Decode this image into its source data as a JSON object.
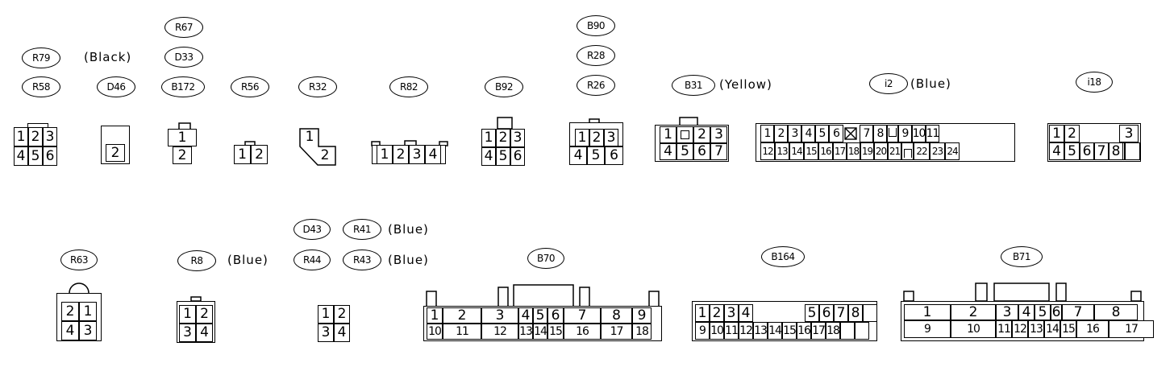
{
  "ids": {
    "R79": "R79",
    "R58": "R58",
    "D46": "D46",
    "R67": "R67",
    "D33": "D33",
    "B172": "B172",
    "R56": "R56",
    "R32": "R32",
    "R82": "R82",
    "B92": "B92",
    "B90": "B90",
    "R28": "R28",
    "R26": "R26",
    "B31": "B31",
    "i2": "i2",
    "i18": "i18",
    "R63": "R63",
    "R8": "R8",
    "D43": "D43",
    "R44": "R44",
    "R41": "R41",
    "R43": "R43",
    "B70": "B70",
    "B164": "B164",
    "B71": "B71"
  },
  "notes": {
    "black": "(Black)",
    "yellow": "(Yellow)",
    "blue_i2": "(Blue)",
    "blue_r8": "(Blue)",
    "blue_r41": "(Blue)",
    "blue_r43": "(Blue)"
  },
  "pins": {
    "p1": "1",
    "p2": "2",
    "p3": "3",
    "p4": "4",
    "p5": "5",
    "p6": "6",
    "p7": "7",
    "p8": "8",
    "p9": "9",
    "p10": "10",
    "p11": "11",
    "p12": "12",
    "p13": "13",
    "p14": "14",
    "p15": "15",
    "p16": "16",
    "p17": "17",
    "p18": "18",
    "p19": "19",
    "p20": "20",
    "p21": "21",
    "p22": "22",
    "p23": "23",
    "p24": "24"
  }
}
